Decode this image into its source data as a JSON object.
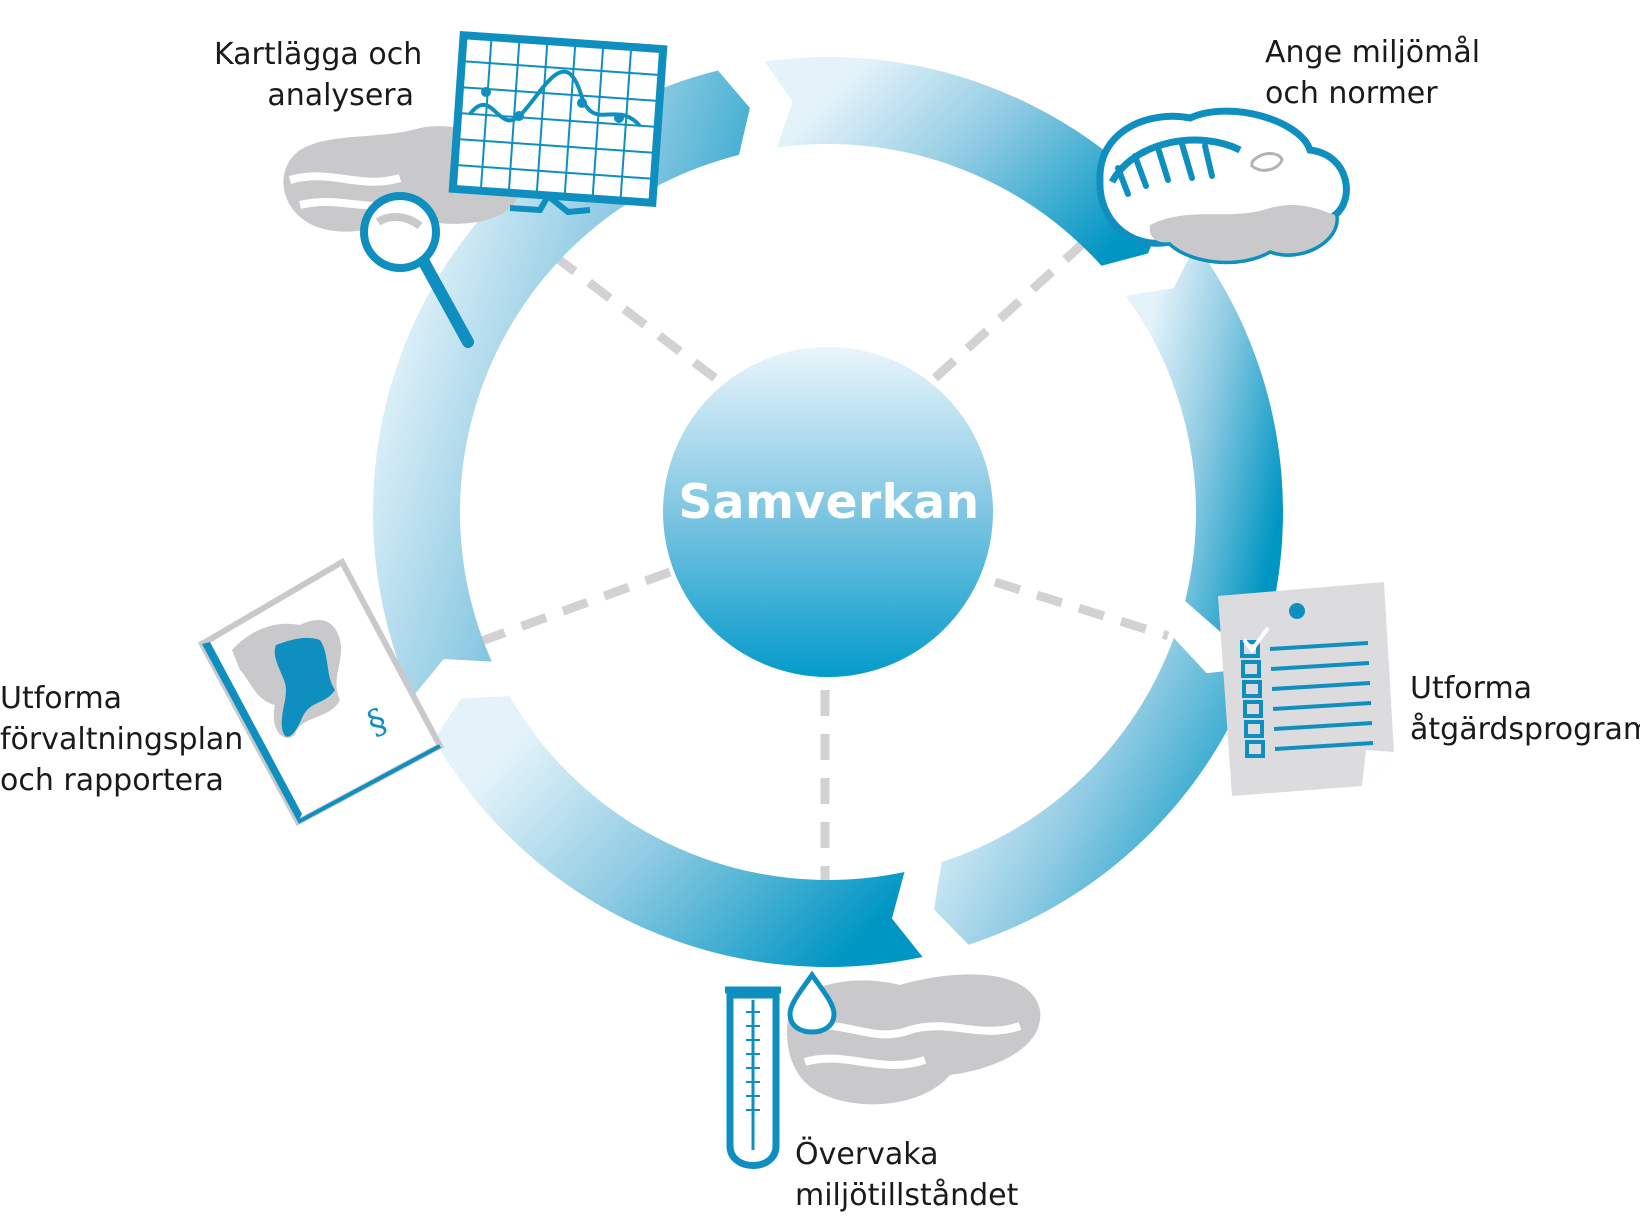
{
  "center": {
    "title": "Samverkan"
  },
  "stages": [
    {
      "id": "kartlagga",
      "lines": [
        "Kartlägga och",
        "analysera"
      ],
      "icon": "monitor-chart-icon"
    },
    {
      "id": "ange",
      "lines": [
        "Ange miljömål",
        "och normer"
      ],
      "icon": "fish-shellfish-icon"
    },
    {
      "id": "utforma-atgard",
      "lines": [
        "Utforma",
        "åtgärdsprogram"
      ],
      "icon": "checklist-document-icon"
    },
    {
      "id": "overvaka",
      "lines": [
        "Övervaka",
        "miljötillståndet"
      ],
      "icon": "test-tube-icon"
    },
    {
      "id": "utforma-forv",
      "lines": [
        "Utforma",
        "förvaltningsplan",
        "och rapportera"
      ],
      "icon": "map-paragraph-icon"
    }
  ],
  "icons": {
    "magnifier": "magnifier-icon",
    "paragraph_sign": "§",
    "water_drop": "water-drop-icon"
  },
  "colors": {
    "ring_light": "#dceff8",
    "ring_dark": "#0096c3",
    "icon_blue": "#0f8fc0",
    "grey_blob": "#c9c9cc",
    "dash": "#d2d2d4",
    "center_light": "#e2f1f9",
    "center_dark": "#10a2cf"
  }
}
